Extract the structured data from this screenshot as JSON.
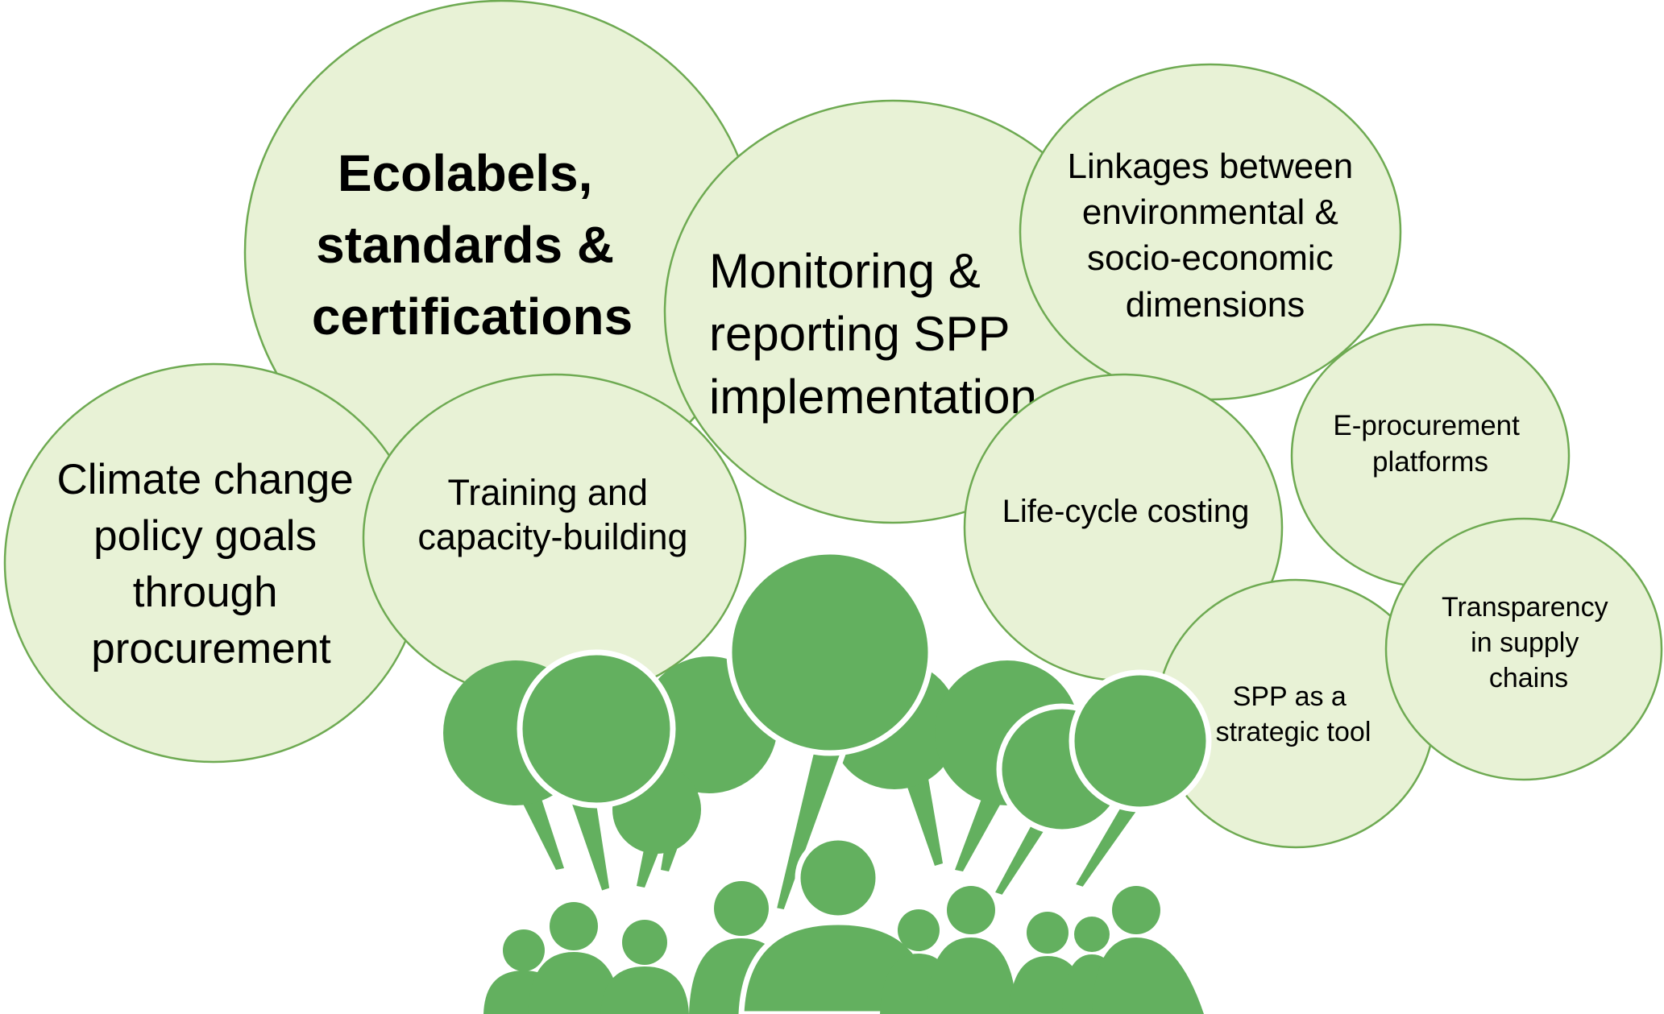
{
  "bubbles": [
    {
      "id": "ecolabels",
      "lines": [
        "Ecolabels,",
        "standards &",
        "certifications"
      ]
    },
    {
      "id": "monitoring",
      "lines": [
        "Monitoring &",
        "reporting SPP",
        "implementation"
      ]
    },
    {
      "id": "linkages",
      "lines": [
        "Linkages between",
        "environmental &",
        "socio-economic",
        "dimensions"
      ]
    },
    {
      "id": "eproc",
      "lines": [
        "E-procurement",
        "platforms"
      ]
    },
    {
      "id": "climate",
      "lines": [
        "Climate change",
        "policy goals",
        "through",
        "procurement"
      ]
    },
    {
      "id": "training",
      "lines": [
        "Training and",
        "capacity-building"
      ]
    },
    {
      "id": "lcc",
      "lines": [
        "Life-cycle costing"
      ]
    },
    {
      "id": "spp-tool",
      "lines": [
        "SPP as a",
        "strategic tool"
      ]
    },
    {
      "id": "transparency",
      "lines": [
        "Transparency",
        "in supply",
        "chains"
      ]
    }
  ],
  "illustration": {
    "icon": "people-speech-bubbles-icon"
  }
}
